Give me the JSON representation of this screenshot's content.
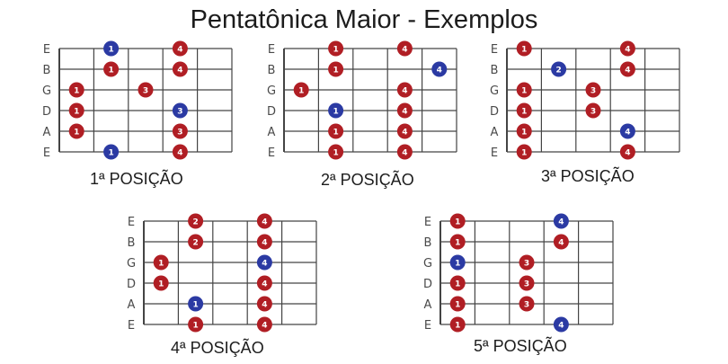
{
  "title": "Pentatônica Maior - Exemplos",
  "string_labels": [
    "E",
    "B",
    "G",
    "D",
    "A",
    "E"
  ],
  "colors": {
    "red": "#b01e24",
    "blue": "#2b3aa3",
    "grid": "#444444"
  },
  "diagrams": [
    {
      "id": "pos1",
      "caption": "1ª POSIÇÃO",
      "dots": [
        {
          "s": 0,
          "f": 2,
          "n": "1",
          "c": "blue"
        },
        {
          "s": 0,
          "f": 4,
          "n": "4",
          "c": "red"
        },
        {
          "s": 1,
          "f": 2,
          "n": "1",
          "c": "red"
        },
        {
          "s": 1,
          "f": 4,
          "n": "4",
          "c": "red"
        },
        {
          "s": 2,
          "f": 1,
          "n": "1",
          "c": "red"
        },
        {
          "s": 2,
          "f": 3,
          "n": "3",
          "c": "red"
        },
        {
          "s": 3,
          "f": 1,
          "n": "1",
          "c": "red"
        },
        {
          "s": 3,
          "f": 4,
          "n": "3",
          "c": "blue"
        },
        {
          "s": 4,
          "f": 1,
          "n": "1",
          "c": "red"
        },
        {
          "s": 4,
          "f": 4,
          "n": "3",
          "c": "red"
        },
        {
          "s": 5,
          "f": 2,
          "n": "1",
          "c": "blue"
        },
        {
          "s": 5,
          "f": 4,
          "n": "4",
          "c": "red"
        }
      ]
    },
    {
      "id": "pos2",
      "caption": "2ª POSIÇÃO",
      "dots": [
        {
          "s": 0,
          "f": 2,
          "n": "1",
          "c": "red"
        },
        {
          "s": 0,
          "f": 4,
          "n": "4",
          "c": "red"
        },
        {
          "s": 1,
          "f": 2,
          "n": "1",
          "c": "red"
        },
        {
          "s": 1,
          "f": 5,
          "n": "4",
          "c": "blue"
        },
        {
          "s": 2,
          "f": 1,
          "n": "1",
          "c": "red"
        },
        {
          "s": 2,
          "f": 4,
          "n": "4",
          "c": "red"
        },
        {
          "s": 3,
          "f": 2,
          "n": "1",
          "c": "blue"
        },
        {
          "s": 3,
          "f": 4,
          "n": "4",
          "c": "red"
        },
        {
          "s": 4,
          "f": 2,
          "n": "1",
          "c": "red"
        },
        {
          "s": 4,
          "f": 4,
          "n": "4",
          "c": "red"
        },
        {
          "s": 5,
          "f": 2,
          "n": "1",
          "c": "red"
        },
        {
          "s": 5,
          "f": 4,
          "n": "4",
          "c": "red"
        }
      ]
    },
    {
      "id": "pos3",
      "caption": "3ª POSIÇÃO",
      "dots": [
        {
          "s": 0,
          "f": 1,
          "n": "1",
          "c": "red"
        },
        {
          "s": 0,
          "f": 4,
          "n": "4",
          "c": "red"
        },
        {
          "s": 1,
          "f": 2,
          "n": "2",
          "c": "blue"
        },
        {
          "s": 1,
          "f": 4,
          "n": "4",
          "c": "red"
        },
        {
          "s": 2,
          "f": 1,
          "n": "1",
          "c": "red"
        },
        {
          "s": 2,
          "f": 3,
          "n": "3",
          "c": "red"
        },
        {
          "s": 3,
          "f": 1,
          "n": "1",
          "c": "red"
        },
        {
          "s": 3,
          "f": 3,
          "n": "3",
          "c": "red"
        },
        {
          "s": 4,
          "f": 1,
          "n": "1",
          "c": "red"
        },
        {
          "s": 4,
          "f": 4,
          "n": "4",
          "c": "blue"
        },
        {
          "s": 5,
          "f": 1,
          "n": "1",
          "c": "red"
        },
        {
          "s": 5,
          "f": 4,
          "n": "4",
          "c": "red"
        }
      ]
    },
    {
      "id": "pos4",
      "caption": "4ª POSIÇÃO",
      "dots": [
        {
          "s": 0,
          "f": 2,
          "n": "2",
          "c": "red"
        },
        {
          "s": 0,
          "f": 4,
          "n": "4",
          "c": "red"
        },
        {
          "s": 1,
          "f": 2,
          "n": "2",
          "c": "red"
        },
        {
          "s": 1,
          "f": 4,
          "n": "4",
          "c": "red"
        },
        {
          "s": 2,
          "f": 1,
          "n": "1",
          "c": "red"
        },
        {
          "s": 2,
          "f": 4,
          "n": "4",
          "c": "blue"
        },
        {
          "s": 3,
          "f": 1,
          "n": "1",
          "c": "red"
        },
        {
          "s": 3,
          "f": 4,
          "n": "4",
          "c": "red"
        },
        {
          "s": 4,
          "f": 2,
          "n": "1",
          "c": "blue"
        },
        {
          "s": 4,
          "f": 4,
          "n": "4",
          "c": "red"
        },
        {
          "s": 5,
          "f": 2,
          "n": "1",
          "c": "red"
        },
        {
          "s": 5,
          "f": 4,
          "n": "4",
          "c": "red"
        }
      ]
    },
    {
      "id": "pos5",
      "caption": "5ª POSIÇÃO",
      "dots": [
        {
          "s": 0,
          "f": 1,
          "n": "1",
          "c": "red"
        },
        {
          "s": 0,
          "f": 4,
          "n": "4",
          "c": "blue"
        },
        {
          "s": 1,
          "f": 1,
          "n": "1",
          "c": "red"
        },
        {
          "s": 1,
          "f": 4,
          "n": "4",
          "c": "red"
        },
        {
          "s": 2,
          "f": 1,
          "n": "1",
          "c": "blue"
        },
        {
          "s": 2,
          "f": 3,
          "n": "3",
          "c": "red"
        },
        {
          "s": 3,
          "f": 1,
          "n": "1",
          "c": "red"
        },
        {
          "s": 3,
          "f": 3,
          "n": "3",
          "c": "red"
        },
        {
          "s": 4,
          "f": 1,
          "n": "1",
          "c": "red"
        },
        {
          "s": 4,
          "f": 3,
          "n": "3",
          "c": "red"
        },
        {
          "s": 5,
          "f": 1,
          "n": "1",
          "c": "red"
        },
        {
          "s": 5,
          "f": 4,
          "n": "4",
          "c": "blue"
        }
      ]
    }
  ]
}
